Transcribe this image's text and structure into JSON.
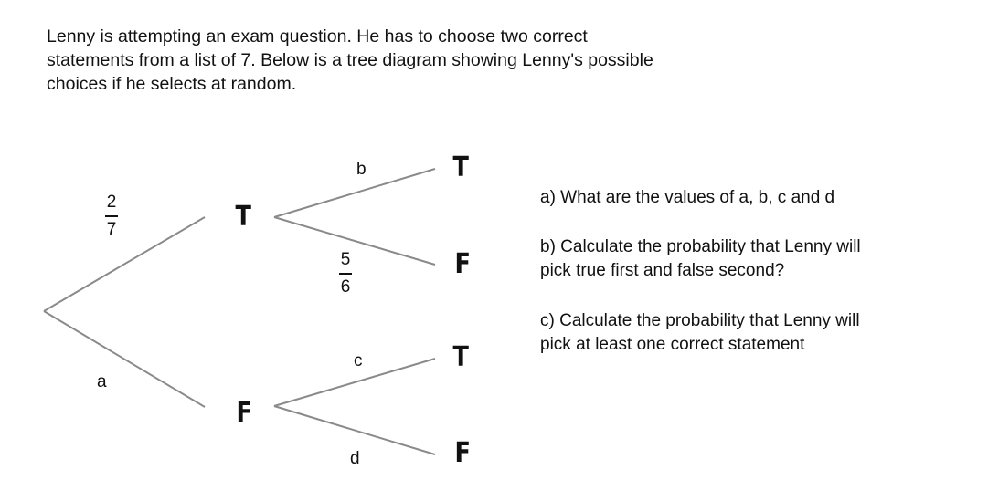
{
  "intro": {
    "lines": [
      "Lenny is attempting an exam question. He has to choose two correct",
      "statements from a list of 7. Below is a tree diagram showing Lenny's possible",
      "choices if he selects at random."
    ]
  },
  "tree": {
    "first_true_prob": {
      "num": "2",
      "den": "7"
    },
    "first_false_label": "a",
    "true_true_label": "b",
    "true_false_prob": {
      "num": "5",
      "den": "6"
    },
    "false_true_label": "c",
    "false_false_label": "d",
    "nodes": {
      "t1": "T",
      "f1": "F",
      "tt": "T",
      "tf": "F",
      "ft": "T",
      "ff": "F"
    }
  },
  "questions": {
    "a": [
      "a) What are the values of a, b, c and d"
    ],
    "b": [
      "b)  Calculate the probability that Lenny will",
      "pick true first and false second?"
    ],
    "c": [
      "c) Calculate  the probability that Lenny will",
      "pick at least one correct statement"
    ]
  }
}
